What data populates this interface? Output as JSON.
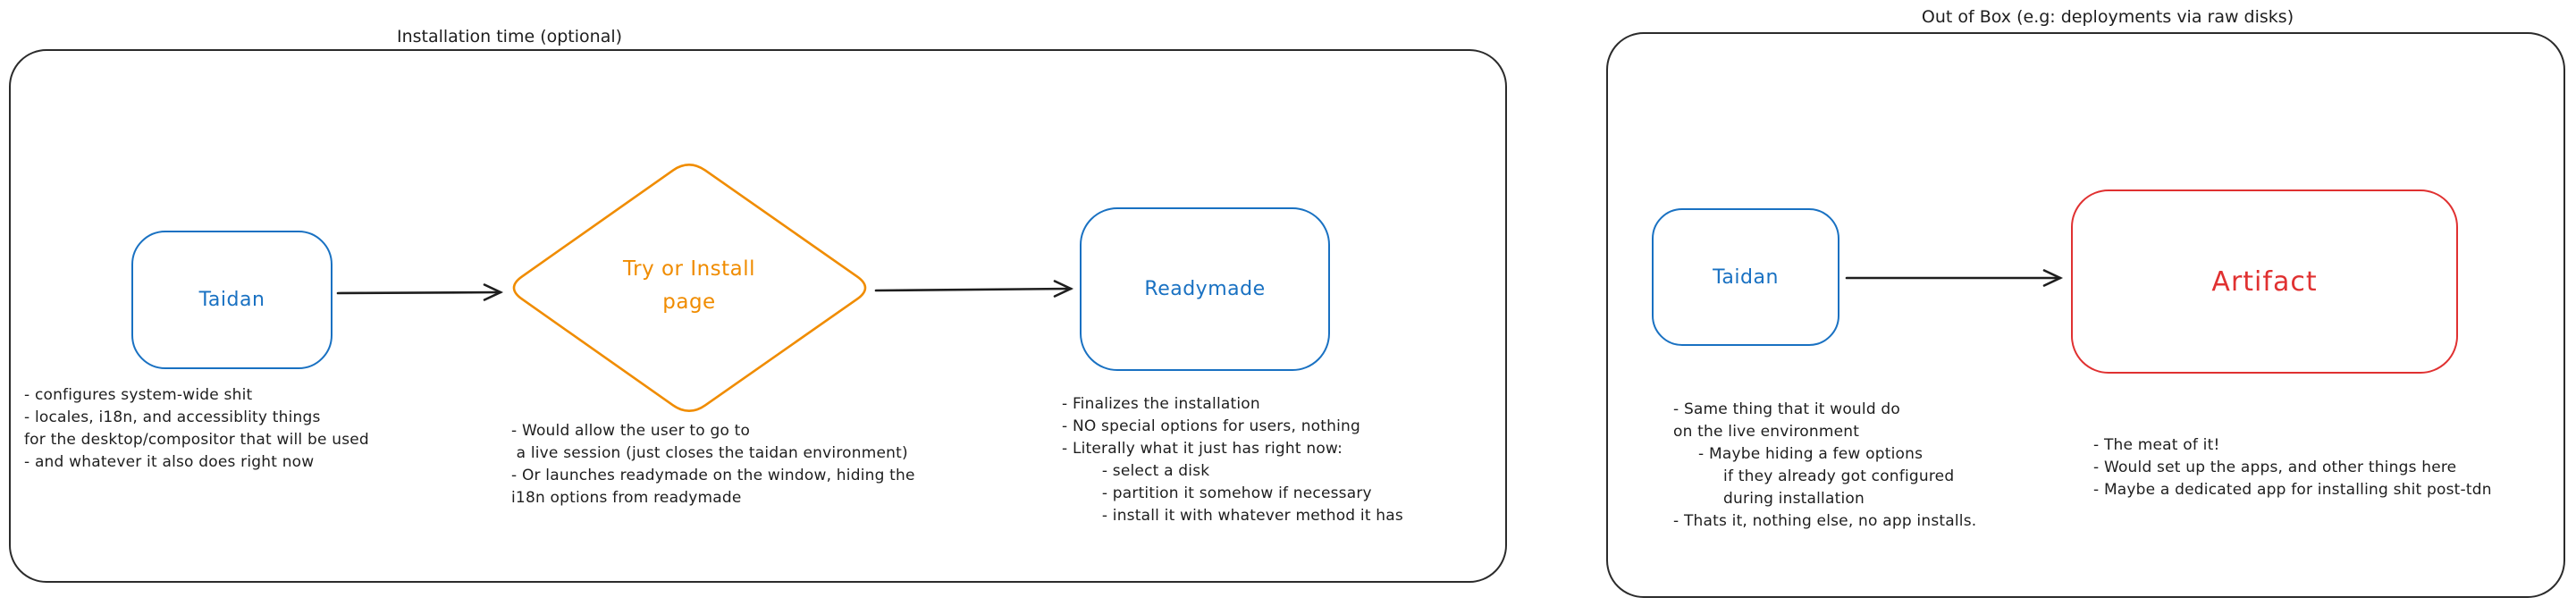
{
  "colors": {
    "ink": "#1e1e1e",
    "blue": "#1971c2",
    "orange": "#f08c00",
    "red": "#e03131"
  },
  "panels": {
    "installation": {
      "title": "Installation time (optional)",
      "nodes": {
        "taidan": {
          "label": "Taidan"
        },
        "try_or_install": {
          "label_line1": "Try or Install",
          "label_line2": "page"
        },
        "readymade": {
          "label": "Readymade"
        }
      },
      "notes": {
        "taidan": {
          "lines": [
            "- configures system-wide shit",
            "- locales, i18n, and accessiblity things",
            "for the desktop/compositor that will be used",
            "- and whatever it also does right now"
          ]
        },
        "try_or_install": {
          "lines": [
            "- Would allow the user to go to",
            " a live session (just closes the taidan environment)",
            "- Or launches readymade on the window, hiding the",
            "i18n options from readymade"
          ]
        },
        "readymade": {
          "lines": [
            "- Finalizes the installation",
            "- NO special options for users, nothing",
            "- Literally what it just has right now:",
            "        - select a disk",
            "        - partition it somehow if necessary",
            "        - install it with whatever method it has"
          ]
        }
      }
    },
    "out_of_box": {
      "title": "Out of Box (e.g: deployments via raw disks)",
      "nodes": {
        "taidan": {
          "label": "Taidan"
        },
        "artifact": {
          "label": "Artifact"
        }
      },
      "notes": {
        "taidan": {
          "lines": [
            "- Same thing that it would do",
            "on the live environment",
            "     - Maybe hiding a few options",
            "          if they already got configured",
            "          during installation",
            "- Thats it, nothing else, no app installs."
          ]
        },
        "artifact": {
          "lines": [
            "- The meat of it!",
            "- Would set up the apps, and other things here",
            "- Maybe a dedicated app for installing shit post-tdn"
          ]
        }
      }
    }
  }
}
